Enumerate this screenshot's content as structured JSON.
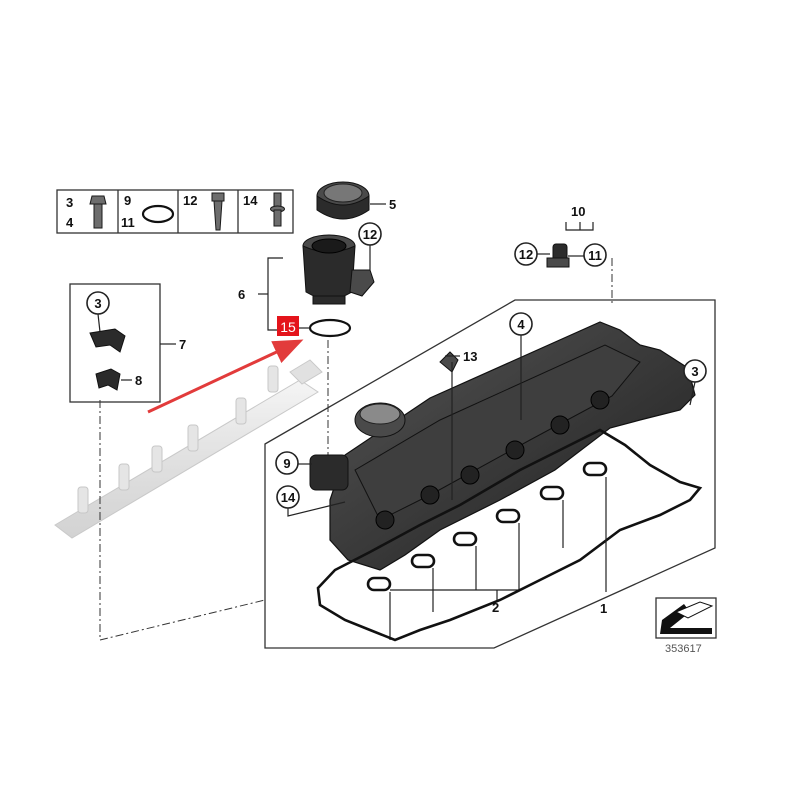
{
  "callouts": {
    "c1": "1",
    "c2": "2",
    "c3a": "3",
    "c3b": "3",
    "c3c": "3",
    "c4a": "4",
    "c4b": "4",
    "c5": "5",
    "c6": "6",
    "c7": "7",
    "c8": "8",
    "c9a": "9",
    "c9b": "9",
    "c10": "10",
    "c11a": "11",
    "c11b": "11",
    "c12a": "12",
    "c12b": "12",
    "c12c": "12",
    "c13": "13",
    "c14a": "14",
    "c14b": "14",
    "c15": "15"
  },
  "reference_number": "353617",
  "colors": {
    "highlight": "#e4141b",
    "arrow": "#e23b3b"
  }
}
